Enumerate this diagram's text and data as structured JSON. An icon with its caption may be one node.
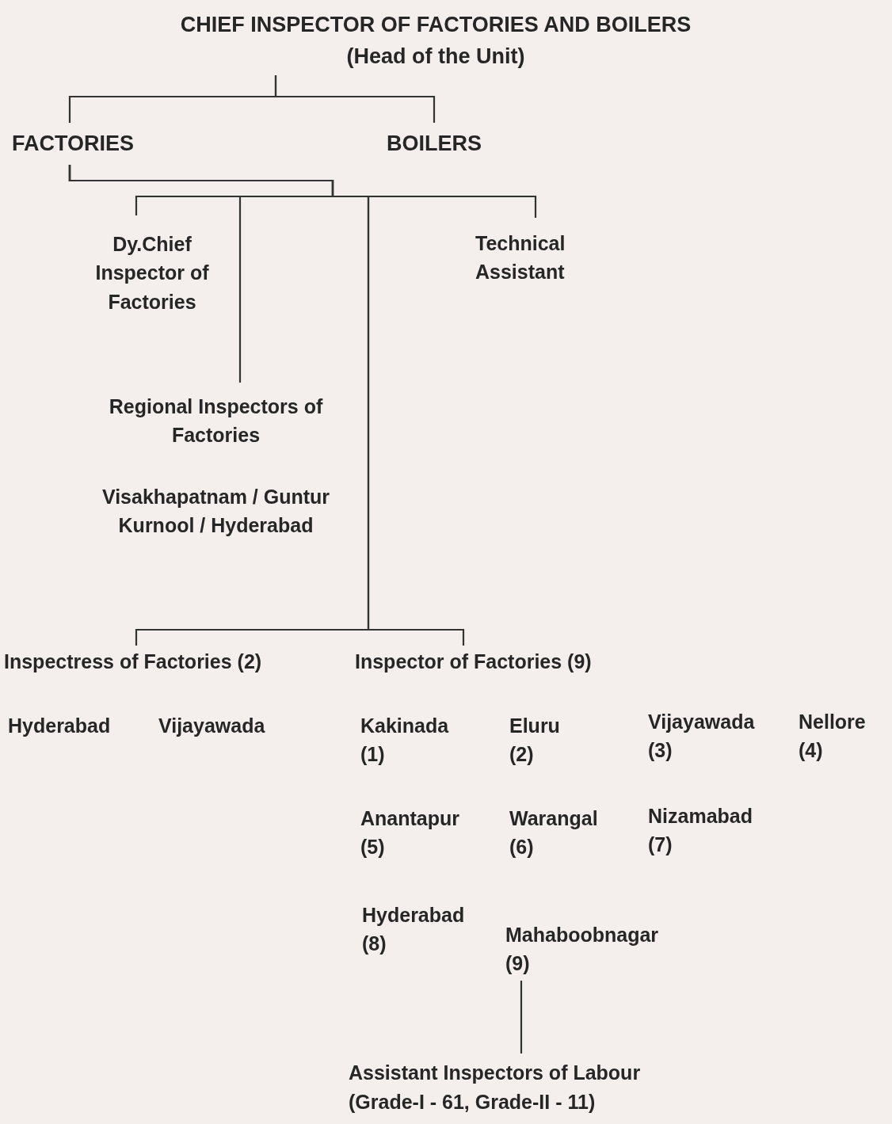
{
  "diagram": {
    "nodes": [
      {
        "text": [
          "CHIEF INSPECTOR OF FACTORIES AND BOILERS",
          "(Head of the Unit)"
        ]
      },
      {
        "text": [
          "FACTORIES"
        ]
      },
      {
        "text": [
          "BOILERS"
        ]
      },
      {
        "text": [
          "Dy.Chief Inspector of Factories"
        ]
      },
      {
        "text": [
          "Technical Assistant"
        ]
      },
      {
        "text": [
          "Regional Inspectors of Factories",
          "Visakhapatnam / Guntur Kurnool / Hyderabad"
        ]
      },
      {
        "text": [
          "Inspectress of Factories (2)"
        ]
      },
      {
        "text": [
          "Inspector of Factories (9)"
        ]
      },
      {
        "text": [
          "Mahaboobnagar (9)"
        ]
      },
      {
        "text": [
          "Assistant Inspectors of Labour",
          "(Grade-I - 61, Grade-II - 11)"
        ]
      }
    ],
    "edges": [
      {
        "from": 0,
        "to": 1,
        "arrow": "none"
      },
      {
        "from": 0,
        "to": 2,
        "arrow": "none"
      },
      {
        "from": 1,
        "to": 3,
        "arrow": "none"
      },
      {
        "from": 1,
        "to": 5,
        "arrow": "none"
      },
      {
        "from": 1,
        "to": 4,
        "arrow": "none"
      },
      {
        "from": 1,
        "to": 6,
        "arrow": "none"
      },
      {
        "from": 1,
        "to": 7,
        "arrow": "none"
      },
      {
        "from": 8,
        "to": 9,
        "arrow": "none"
      }
    ],
    "labels": [
      "Hyderabad",
      "Vijayawada",
      "Kakinada (1)",
      "Eluru (2)",
      "Vijayawada (3)",
      "Nellore (4)",
      "Anantapur (5)",
      "Warangal (6)",
      "Nizamabad (7)",
      "Hyderabad (8)"
    ]
  }
}
